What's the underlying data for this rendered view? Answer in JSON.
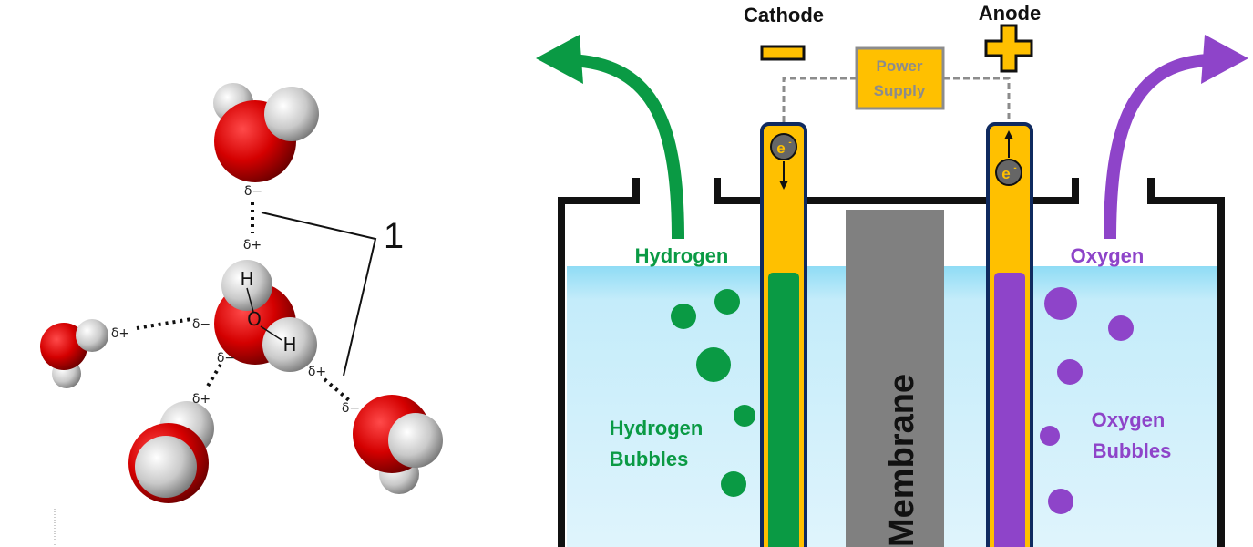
{
  "water_figure": {
    "label_number": "1",
    "atom_h_top": "H",
    "atom_o": "O",
    "atom_h_right": "H",
    "charges": {
      "top_upper": "δ−",
      "top_lower": "δ+",
      "left_outer": "δ+",
      "left_inner": "δ−",
      "bottom_left_upper": "δ−",
      "bottom_left_lower": "δ+",
      "bottom_right_upper": "δ+",
      "bottom_right_lower": "δ−"
    }
  },
  "electrolysis": {
    "cathode_label": "Cathode",
    "anode_label": "Anode",
    "power_supply_line1": "Power",
    "power_supply_line2": "Supply",
    "electron_symbol": "e",
    "electron_superscript": "-",
    "hydrogen_label": "Hydrogen",
    "oxygen_label": "Oxygen",
    "hydrogen_bubbles_line1": "Hydrogen",
    "hydrogen_bubbles_line2": "Bubbles",
    "oxygen_bubbles_line1": "Oxygen",
    "oxygen_bubbles_line2": "Bubbles",
    "membrane_label": "Membrane",
    "colors": {
      "hydrogen": "#0a9a44",
      "oxygen": "#8e44c9",
      "electrode": "#ffc000",
      "electrode_border": "#0f2a5f",
      "membrane": "#808080",
      "water_top": "#8fdcf5",
      "water_bottom": "#dff4fc",
      "power_supply": "#ffc000",
      "power_supply_text": "#8c8c8c"
    }
  }
}
